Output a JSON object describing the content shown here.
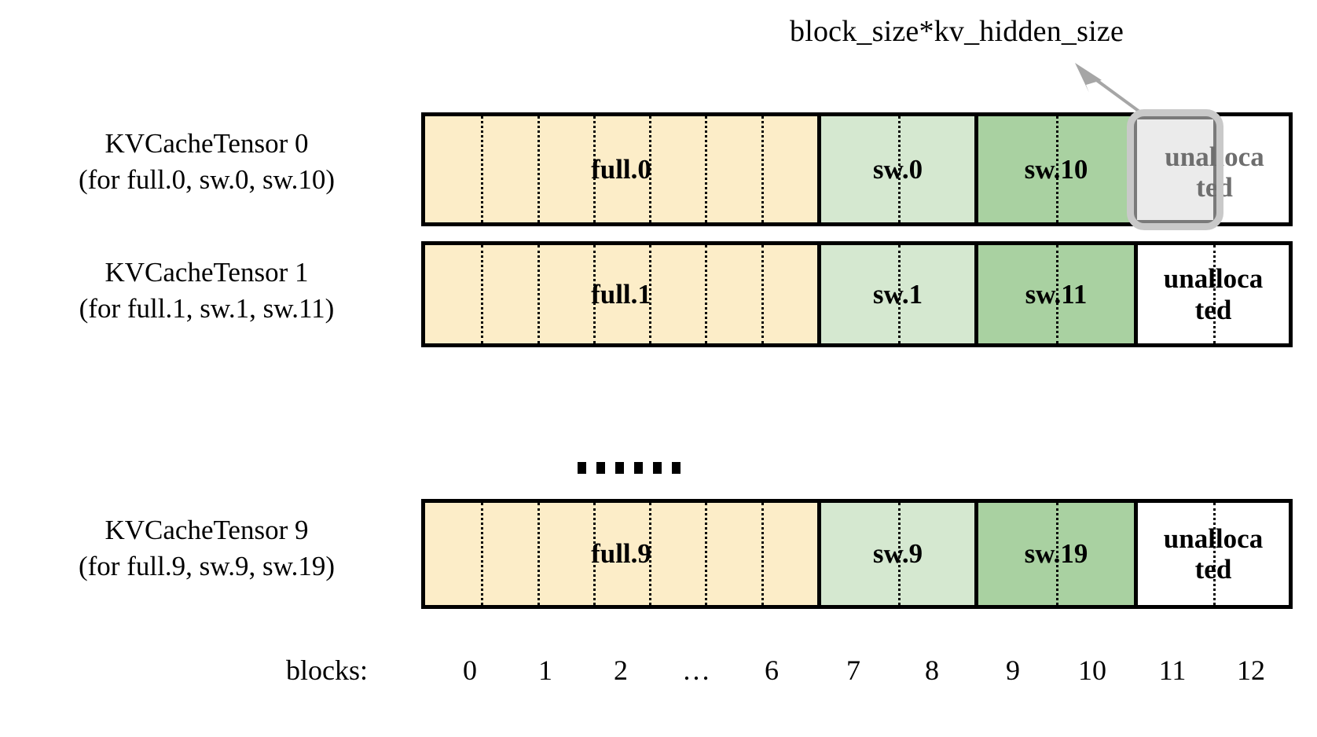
{
  "diagram": {
    "title_annotation": "block_size*kv_hidden_size",
    "rows": [
      {
        "label_line1": "KVCacheTensor 0",
        "label_line2": "(for full.0, sw.0, sw.10)",
        "segments": [
          {
            "name": "full.0",
            "kind": "full",
            "blocks": 7
          },
          {
            "name": "sw.0",
            "kind": "sw-light",
            "blocks": 2
          },
          {
            "name": "sw.10",
            "kind": "sw-dark",
            "blocks": 2
          },
          {
            "name": "unallocated",
            "kind": "unallocated",
            "blocks": 2
          }
        ]
      },
      {
        "label_line1": "KVCacheTensor 1",
        "label_line2": "(for full.1, sw.1, sw.11)",
        "segments": [
          {
            "name": "full.1",
            "kind": "full",
            "blocks": 7
          },
          {
            "name": "sw.1",
            "kind": "sw-light",
            "blocks": 2
          },
          {
            "name": "sw.11",
            "kind": "sw-dark",
            "blocks": 2
          },
          {
            "name": "unallocated",
            "kind": "unallocated",
            "blocks": 2
          }
        ]
      },
      {
        "label_line1": "KVCacheTensor 9",
        "label_line2": "(for full.9, sw.9, sw.19)",
        "segments": [
          {
            "name": "full.9",
            "kind": "full",
            "blocks": 7
          },
          {
            "name": "sw.9",
            "kind": "sw-light",
            "blocks": 2
          },
          {
            "name": "sw.19",
            "kind": "sw-dark",
            "blocks": 2
          },
          {
            "name": "unallocated",
            "kind": "unallocated",
            "blocks": 2
          }
        ]
      }
    ],
    "continuation_dots": 6,
    "highlight": {
      "target_row": 0,
      "target_block": 11,
      "label_line1": "unalloca",
      "label_line2": "ted"
    },
    "axis": {
      "title": "blocks:",
      "ticks": [
        "0",
        "1",
        "2",
        "…",
        "6",
        "7",
        "8",
        "9",
        "10",
        "11",
        "12"
      ]
    },
    "colors": {
      "full": "#FCEDC8",
      "sw_light": "#D5E8D0",
      "sw_dark": "#A9D1A1",
      "unallocated": "#FFFFFF",
      "outline": "#000000",
      "highlight_outer": "#C9C9C9",
      "highlight_inner_fill": "#EBEBEB",
      "highlight_inner_border": "#7A7A7A",
      "highlight_text": "#6E6E6E",
      "arrow": "#A6A6A6"
    }
  }
}
